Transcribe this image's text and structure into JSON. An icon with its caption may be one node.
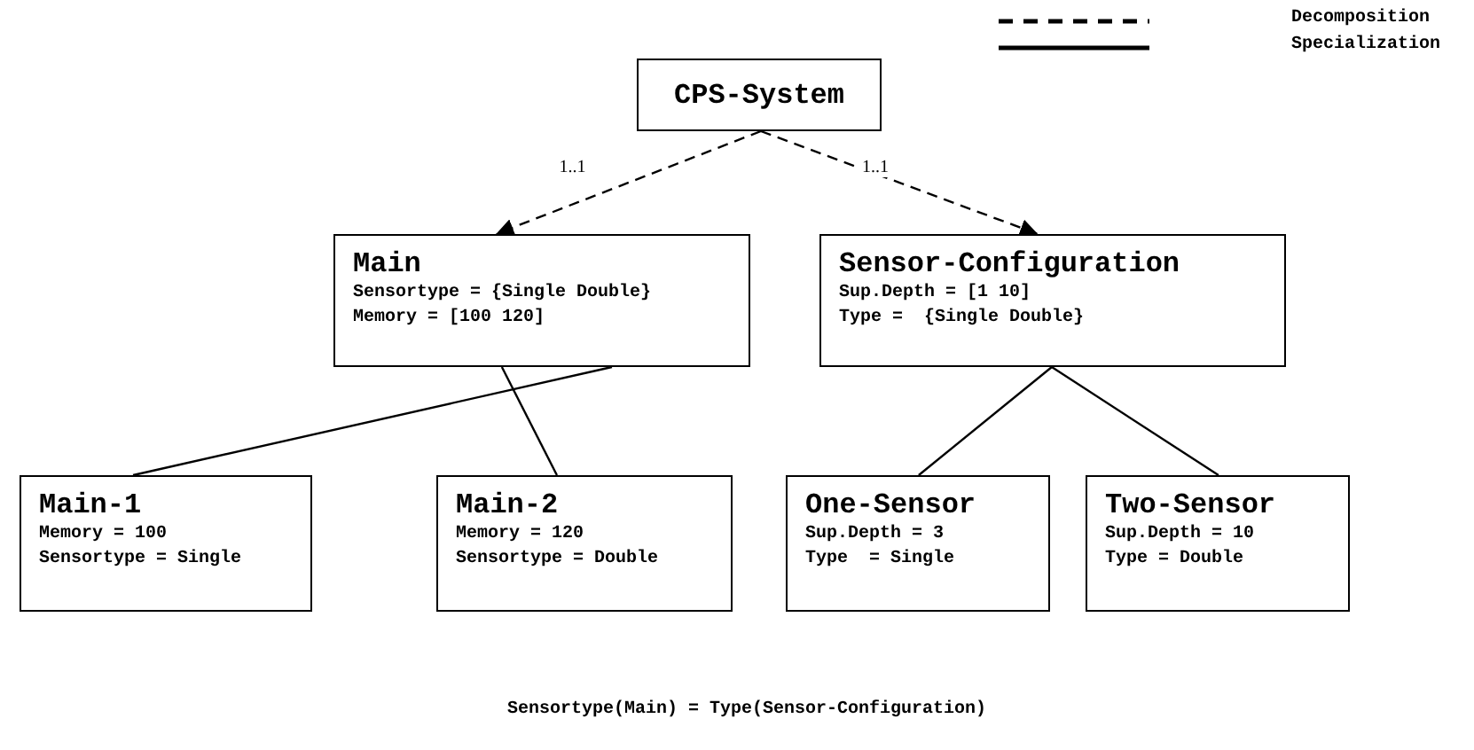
{
  "diagram": {
    "nodes": [
      {
        "text": [
          "CPS-System"
        ]
      },
      {
        "text": [
          "Main",
          "Sensortype = {Single Double}",
          "Memory = [100 120]"
        ]
      },
      {
        "text": [
          "Sensor-Configuration",
          "Sup.Depth = [1 10]",
          "Type =  {Single Double}"
        ]
      },
      {
        "text": [
          "Main-1",
          "Memory = 100",
          "Sensortype = Single"
        ]
      },
      {
        "text": [
          "Main-2",
          "Memory = 120",
          "Sensortype = Double"
        ]
      },
      {
        "text": [
          "One-Sensor",
          "Sup.Depth = 3",
          "Type  = Single"
        ]
      },
      {
        "text": [
          "Two-Sensor",
          "Sup.Depth = 10",
          "Type = Double"
        ]
      }
    ],
    "edges": [
      {
        "from": 0,
        "to": 1,
        "arrow": "to",
        "style": "dashed",
        "label": "1..1"
      },
      {
        "from": 0,
        "to": 2,
        "arrow": "to",
        "style": "dashed",
        "label": "1..1"
      },
      {
        "from": 1,
        "to": 3,
        "arrow": "none"
      },
      {
        "from": 1,
        "to": 4,
        "arrow": "none"
      },
      {
        "from": 2,
        "to": 5,
        "arrow": "none"
      },
      {
        "from": 2,
        "to": 6,
        "arrow": "none"
      }
    ],
    "labels": [
      "Sensortype(Main) = Type(Sensor-Configuration)"
    ],
    "legend": [
      {
        "text": "Decomposition"
      },
      {
        "text": "Specialization"
      }
    ]
  }
}
